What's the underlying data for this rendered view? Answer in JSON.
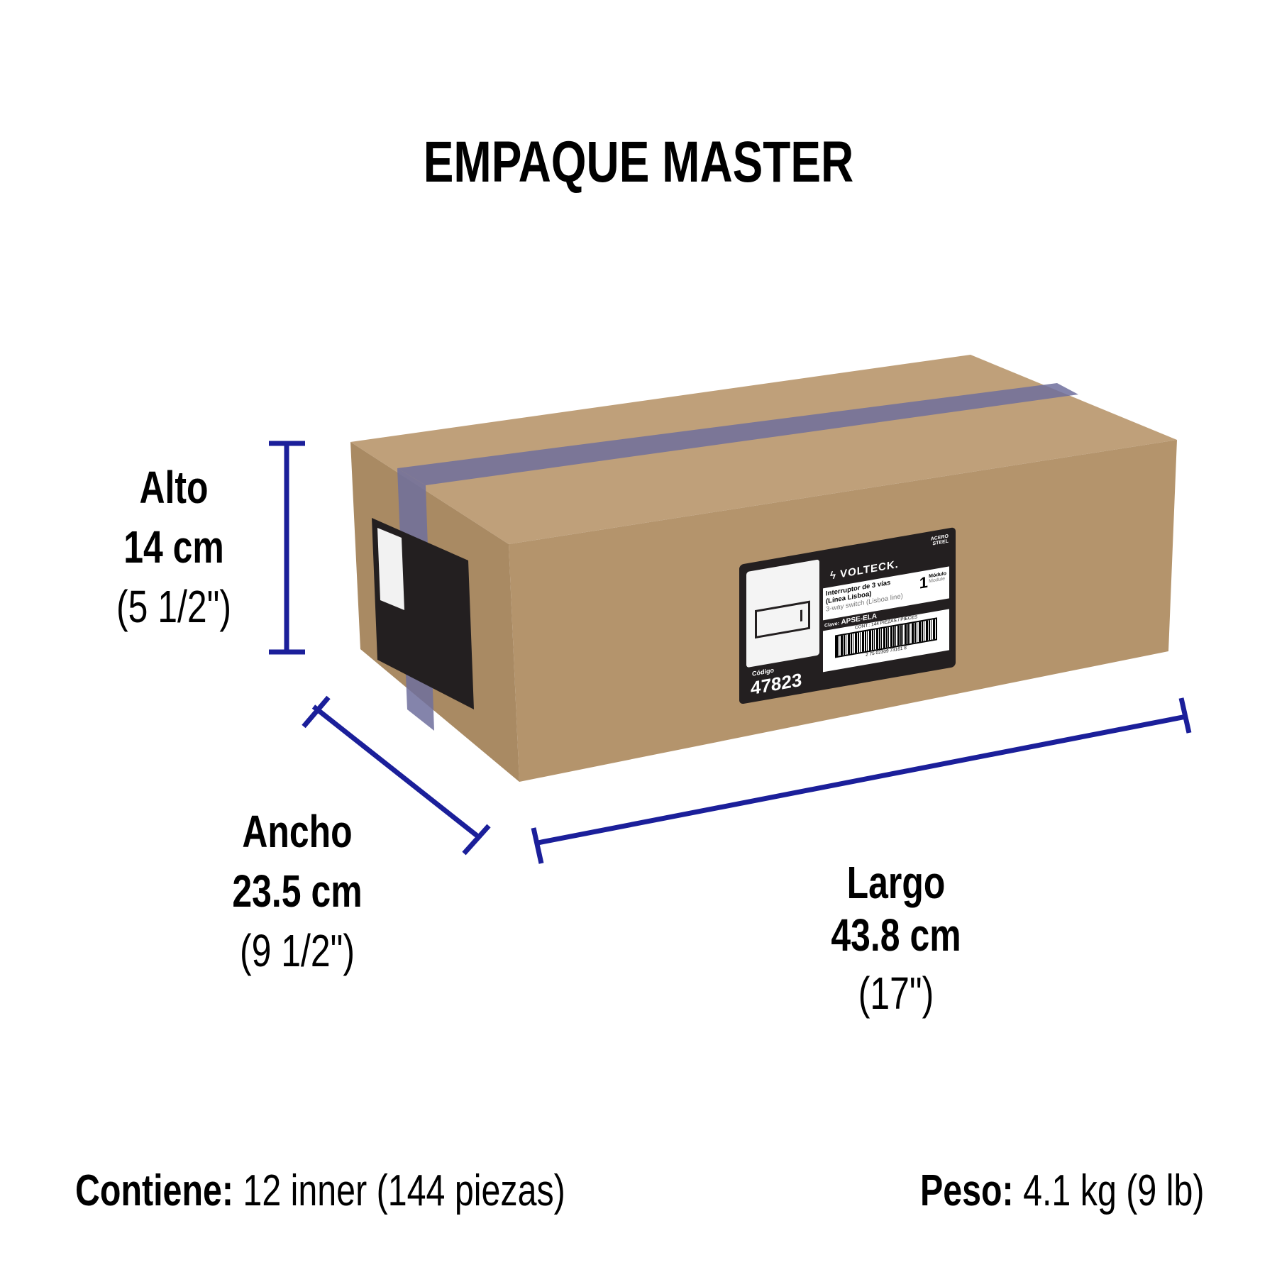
{
  "title": "EMPAQUE MASTER",
  "dimensions": {
    "alto": {
      "label": "Alto",
      "metric": "14 cm",
      "imperial": "(5 1/2\")"
    },
    "ancho": {
      "label": "Ancho",
      "metric": "23.5 cm",
      "imperial": "(9 1/2\")"
    },
    "largo": {
      "label": "Largo",
      "metric": "43.8 cm",
      "imperial": "(17\")"
    }
  },
  "footer": {
    "contents_label": "Contiene:",
    "contents_value": "12 inner (144 piezas)",
    "weight_label": "Peso:",
    "weight_value": "4.1 kg (9 lb)"
  },
  "box_label": {
    "brand": "VOLTECK.",
    "material": "ACERO",
    "material_en": "STEEL",
    "product_es": "Interruptor de 3 vías",
    "line_es": "(Línea Lisboa)",
    "product_en": "3-way switch (Lisboa line)",
    "modules": "1",
    "module_es": "Módulo",
    "module_en": "Module",
    "clave_label": "Clave:",
    "clave": "APSE-ELA",
    "content": "CONT.: 144 PIEZAS / PIECES",
    "barcode_number": "2 75 02309 73161 8",
    "codigo_label": "Código",
    "codigo": "47823"
  },
  "colors": {
    "dimension_line": "#1b1f9a",
    "cardboard": "#b89a72"
  }
}
